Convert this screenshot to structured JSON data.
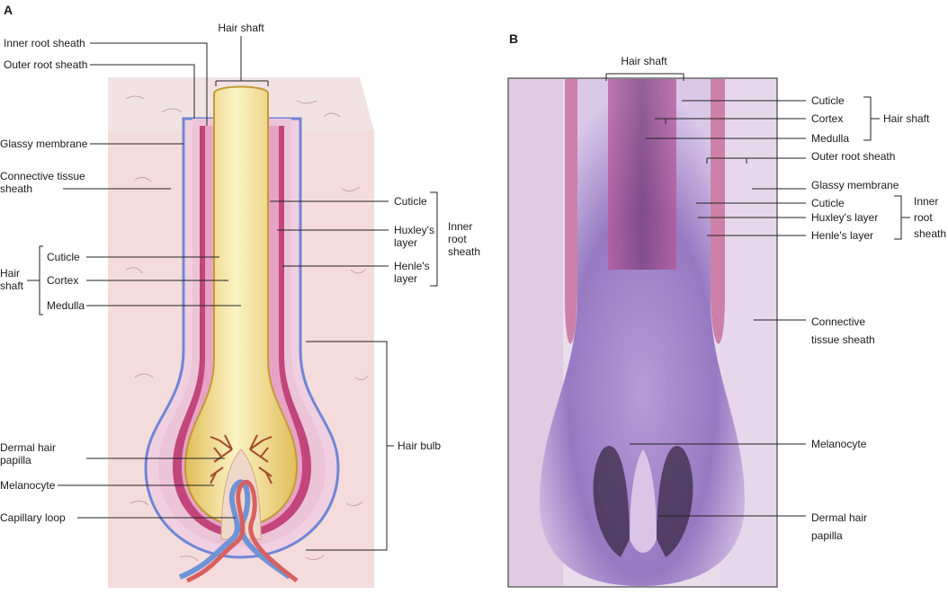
{
  "panels": {
    "a": {
      "letter": "A",
      "labels": {
        "hair_shaft_top": "Hair shaft",
        "inner_root_sheath": "Inner root sheath",
        "outer_root_sheath": "Outer root sheath",
        "glassy_membrane": "Glassy membrane",
        "connective_tissue_1": "Connective tissue",
        "connective_tissue_2": "sheath",
        "hair_shaft_group_1": "Hair",
        "hair_shaft_group_2": "shaft",
        "cuticle": "Cuticle",
        "cortex": "Cortex",
        "medulla": "Medulla",
        "dermal_papilla_1": "Dermal hair",
        "dermal_papilla_2": "papilla",
        "melanocyte": "Melanocyte",
        "capillary_loop": "Capillary loop",
        "irs_cuticle": "Cuticle",
        "huxley_1": "Huxley's",
        "huxley_2": "layer",
        "henle_1": "Henle's",
        "henle_2": "layer",
        "irs_group_1": "Inner",
        "irs_group_2": "root",
        "irs_group_3": "sheath",
        "hair_bulb": "Hair bulb"
      }
    },
    "b": {
      "letter": "B",
      "labels": {
        "hair_shaft_top": "Hair shaft",
        "cuticle": "Cuticle",
        "cortex": "Cortex",
        "medulla": "Medulla",
        "hair_shaft_group": "Hair shaft",
        "outer_root_sheath": "Outer root sheath",
        "glassy_membrane": "Glassy membrane",
        "irs_cuticle": "Cuticle",
        "huxley": "Huxley's layer",
        "henle": "Henle's layer",
        "irs_group_1": "Inner",
        "irs_group_2": "root",
        "irs_group_3": "sheath",
        "connective_1": "Connective",
        "connective_2": "tissue sheath",
        "melanocyte": "Melanocyte",
        "dermal_papilla_1": "Dermal hair",
        "dermal_papilla_2": "papilla"
      }
    }
  },
  "colors": {
    "dermis": "#f3dede",
    "dermis_top": "#f0e4e4",
    "glassy_blue": "#6f86d6",
    "crs_pink": "#f0c8dc",
    "henle_magenta": "#c2457c",
    "hair_gold": "#d9b44a",
    "hair_light": "#f7ecb0",
    "histo_purple": "#8a6fb8"
  }
}
